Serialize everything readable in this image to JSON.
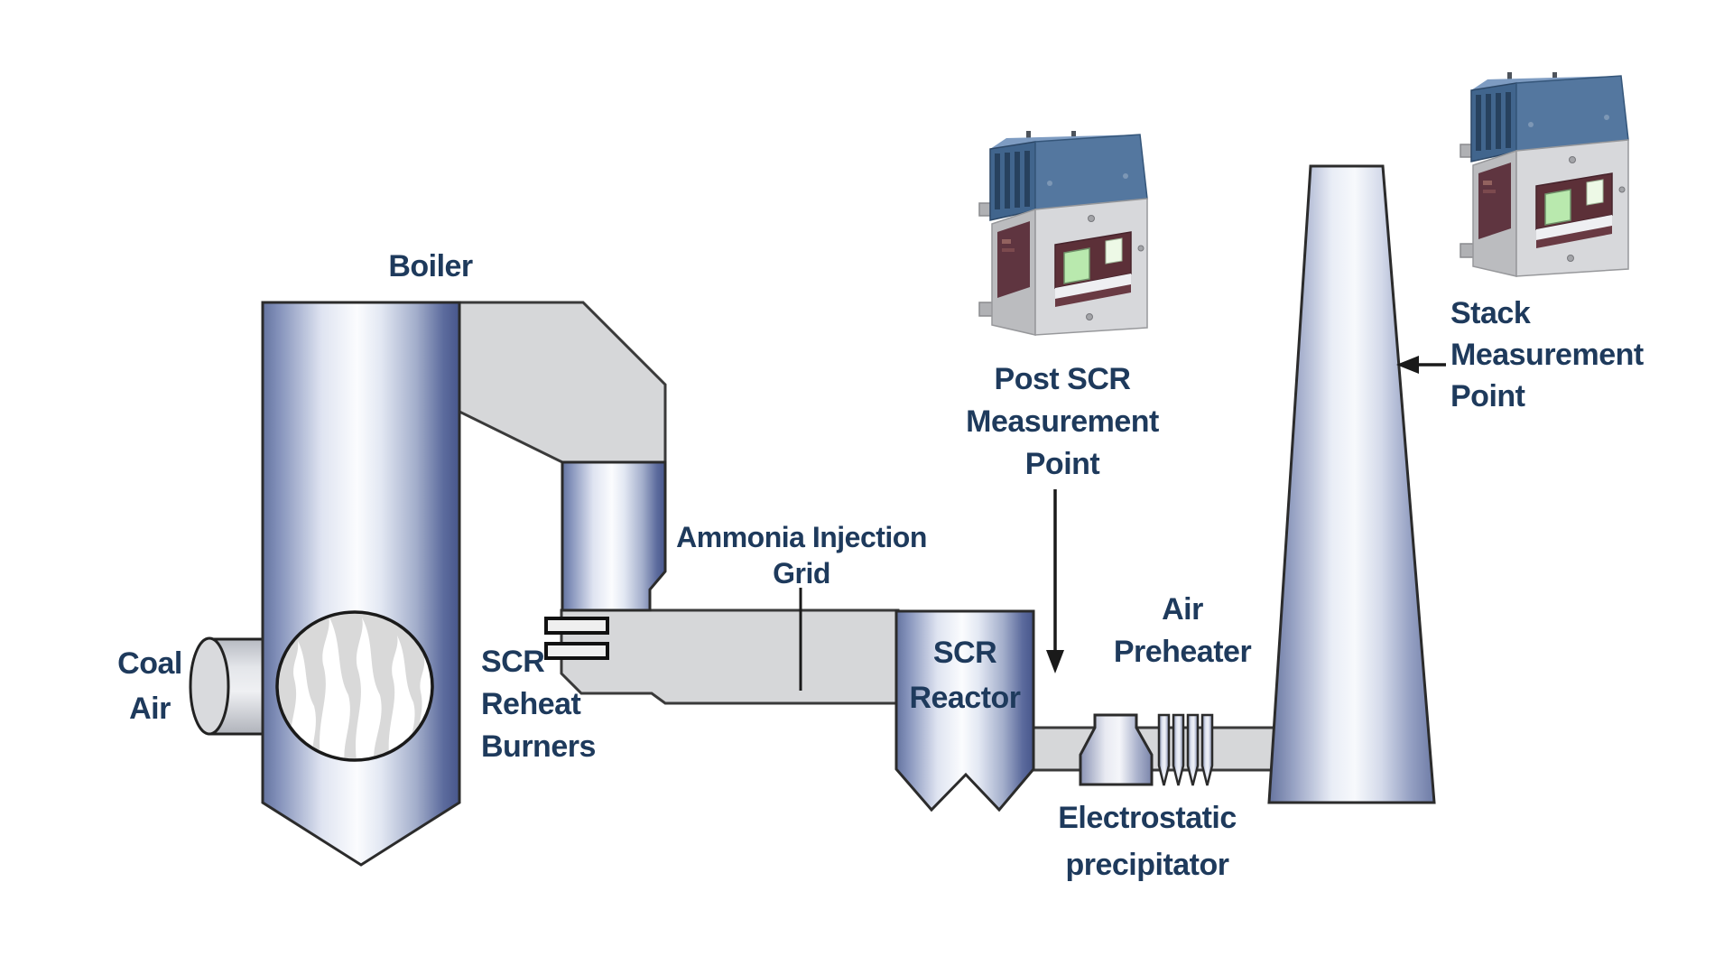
{
  "labels": {
    "boiler": "Boiler",
    "coal_air": {
      "line1": "Coal",
      "line2": "Air"
    },
    "scr_reheat_burners": {
      "line1": "SCR",
      "line2": "Reheat",
      "line3": "Burners"
    },
    "ammonia_injection_grid": {
      "line1": "Ammonia Injection",
      "line2": "Grid"
    },
    "scr_reactor": {
      "line1": "SCR",
      "line2": "Reactor"
    },
    "post_scr_measurement_point": {
      "line1": "Post SCR",
      "line2": "Measurement",
      "line3": "Point"
    },
    "air_preheater": {
      "line1": "Air",
      "line2": "Preheater"
    },
    "electrostatic_precipitator": {
      "line1": "Electrostatic",
      "line2": "precipitator"
    },
    "stack_measurement_point": {
      "line1": "Stack",
      "line2": "Measurement",
      "line3": "Point"
    }
  },
  "colors": {
    "label_text": "#1e3a5c",
    "vessel_blue_dark": "#47568c",
    "vessel_highlight": "#fbfcfe",
    "duct_gray": "#d6d7d9",
    "outline_dark": "#2b2b2b",
    "analyzer_blue": "#54779f",
    "analyzer_body_gray": "#d7d8db",
    "analyzer_panel_maroon": "#5c3038",
    "analyzer_screen_green": "#b9e9ae"
  },
  "icons": {
    "post_scr_pointer": "down-arrow-icon",
    "stack_pointer": "left-arrow-icon",
    "boiler_flames": "flames-icon"
  }
}
